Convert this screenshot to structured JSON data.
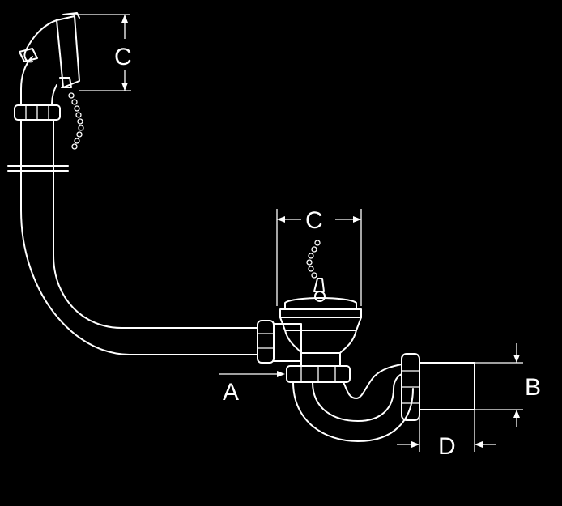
{
  "colors": {
    "background": "#000000",
    "line": "#ffffff"
  },
  "labels": {
    "overflow_width": "C",
    "waste_width": "C",
    "inlet": "A",
    "outlet_diameter": "B",
    "outlet_length": "D"
  }
}
